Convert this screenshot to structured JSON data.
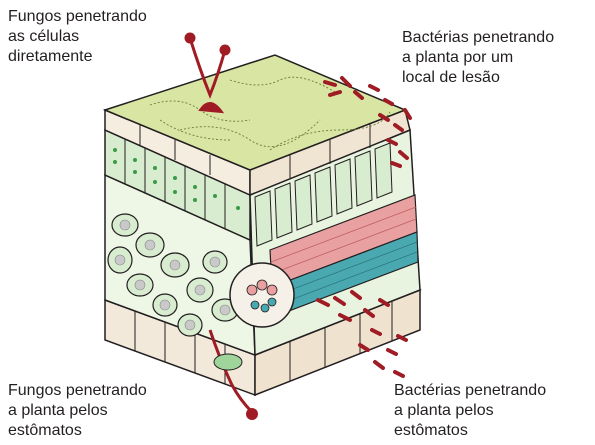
{
  "labels": {
    "fungi_direct": [
      "Fungos penetrando",
      "as células",
      "diretamente"
    ],
    "bacteria_wound": [
      "Bactérias penetrando",
      "a planta por um",
      "local de lesão"
    ],
    "fungi_stomata": [
      "Fungos penetrando",
      "a planta pelos",
      "estômatos"
    ],
    "bacteria_stomata": [
      "Bactérias penetrando",
      "a planta pelos",
      "estômatos"
    ]
  },
  "colors": {
    "cuticle": "#d9e6a3",
    "epidermis": "#f5ede0",
    "palisade": "#d8ecd0",
    "chloroplast": "#3a9a48",
    "pathogen": "#a01c24",
    "xylem_pink": "#e8a0a0",
    "phloem_teal": "#4aa8b0",
    "outline": "#231f20"
  }
}
